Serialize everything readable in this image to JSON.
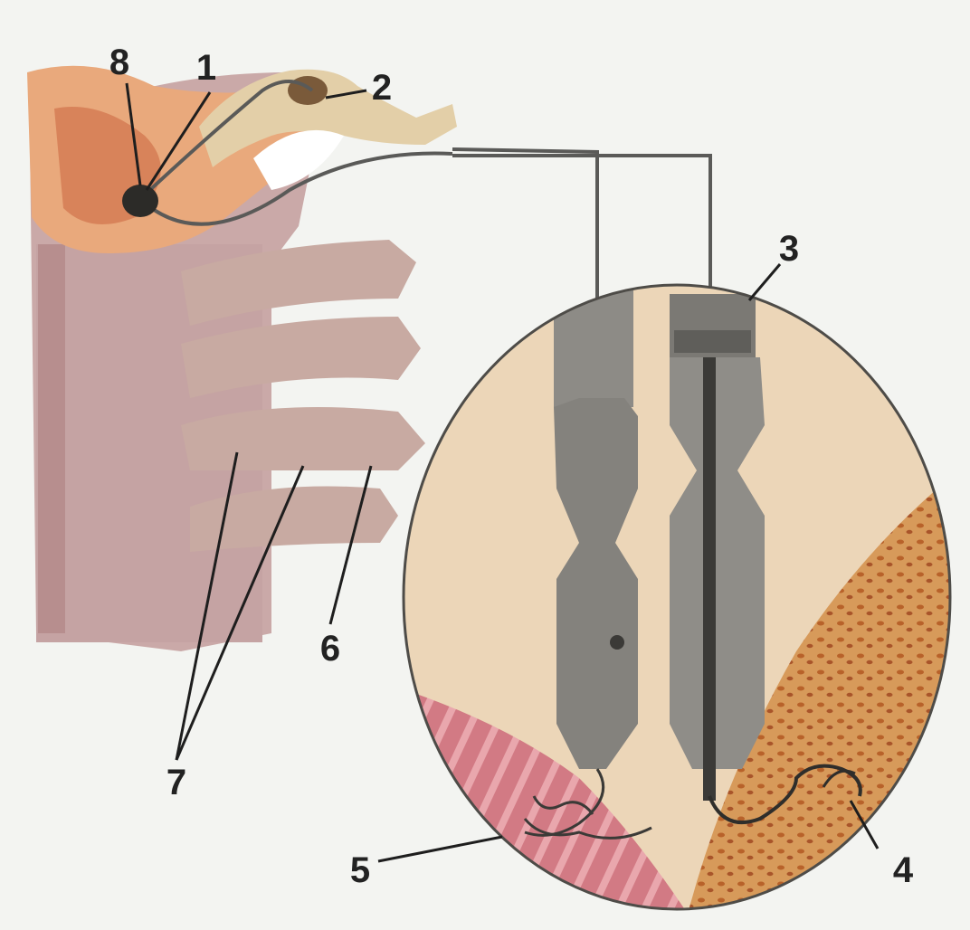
{
  "labels": {
    "l1": "1",
    "l2": "2",
    "l3": "3",
    "l4": "4",
    "l5": "5",
    "l6": "6",
    "l7": "7",
    "l8": "8"
  },
  "colors": {
    "background": "#f3f4f1",
    "spinal_cord": "#c9aaa7",
    "gray_matter": "#e8a77c",
    "root_nerves": "#c8aaa2",
    "circle_fill": "#ecd6b8",
    "neuron": "#7c7a76",
    "muscle": "#c96c77",
    "skin": "#c98649",
    "wire": "#5a5a58"
  }
}
